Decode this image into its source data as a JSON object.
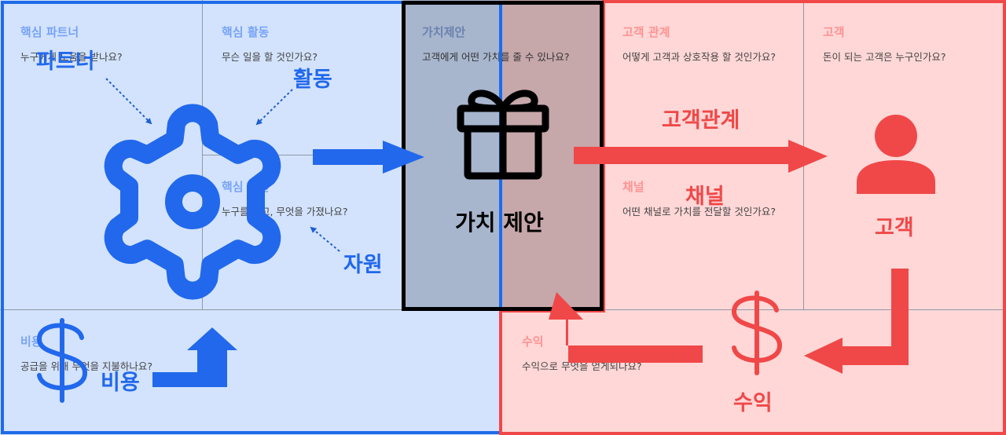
{
  "cells": {
    "key_partners": {
      "title": "핵심 파트너",
      "question": "누구에게 도움을 받나요?"
    },
    "key_activities": {
      "title": "핵심 활동",
      "question": "무슨 일을 할 것인가요?"
    },
    "value_proposition": {
      "title": "가치제안",
      "question": "고객에게 어떤 가치를 줄 수 있나요?"
    },
    "customer_relationships": {
      "title": "고객 관계",
      "question": "어떻게 고객과 상호작용 할 것인가요?"
    },
    "customer_segments": {
      "title": "고객",
      "question": "돈이 되는 고객은 누구인가요?"
    },
    "key_resources": {
      "title": "핵심 자원",
      "question": "누구를 알고, 무엇을 가졌나요?"
    },
    "channels": {
      "title": "채널",
      "question": "어떤 채널로 가치를 전달할 것인가요?"
    },
    "cost_structure": {
      "title": "비용",
      "question": "공급을 위해 무엇을 지불하나요?"
    },
    "revenue_streams": {
      "title": "수익",
      "question": "수익으로 무엇을 얻게되나요?"
    }
  },
  "overlay_labels": {
    "partner": "파트너",
    "activity": "활동",
    "resource": "자원",
    "cost": "비용",
    "value": "가치 제안",
    "relationship": "고객관계",
    "channel": "채널",
    "customer": "고객",
    "revenue": "수익"
  },
  "icons": {
    "engine": "gear-icon",
    "value": "gift-icon",
    "customer": "person-icon",
    "cost": "dollar-icon",
    "revenue": "dollar-icon"
  },
  "colors": {
    "blue_fill": "#d3e3fd",
    "blue_border": "#1f6be8",
    "blue_accent": "#2168ec",
    "red_fill": "#ffd7d7",
    "red_border": "#f04848",
    "red_accent": "#f04848",
    "value_left": "#a7b5cd",
    "value_right": "#c6a7aa",
    "value_border": "#000000"
  }
}
